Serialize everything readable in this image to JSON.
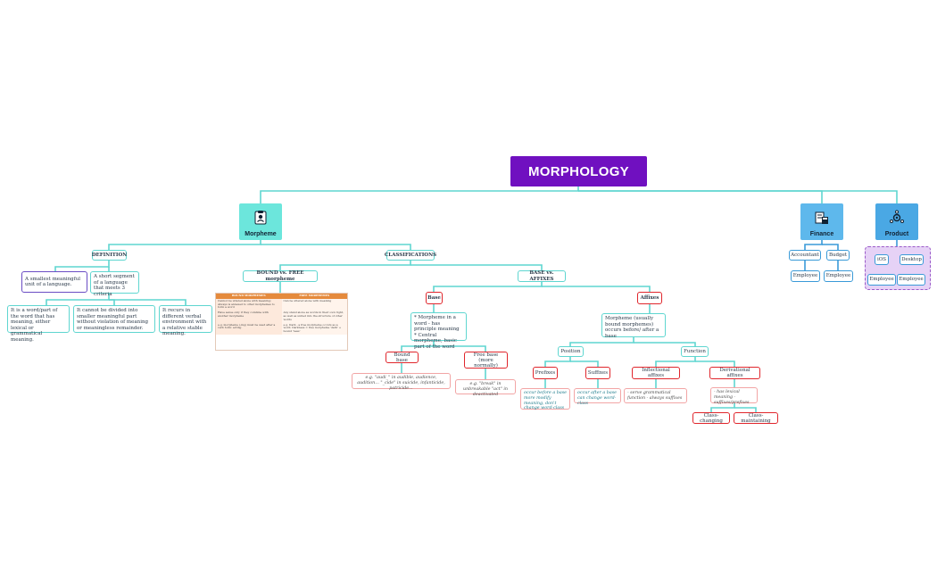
{
  "root": {
    "title": "MORPHOLOGY",
    "color": "#7010c0"
  },
  "branches": {
    "morpheme": {
      "label": "Morpheme",
      "icon": "clipboard-person-icon"
    },
    "finance": {
      "label": "Finance",
      "icon": "calculator-document-icon"
    },
    "product": {
      "label": "Product",
      "icon": "gear-network-icon"
    }
  },
  "finance_children": {
    "accountant": "Accountant",
    "budget": "Budget",
    "employee1": "Employee",
    "employee2": "Employee"
  },
  "product_children": {
    "ios": "iOS",
    "desktop": "Desktop",
    "employee1": "Employee",
    "employee2": "Employee"
  },
  "definition": {
    "label": "DEFINITION",
    "smallest": "A smallest meaningful unit of a language.",
    "segment": "A short segment of a language that meets 3 criteria",
    "criteria": [
      "It is a word/part of the word that has meaning, either lexical or grammatical meaning.",
      "It cannot be divided into smaller meaningful part without violation of meaning or meaningless remainder.",
      "It recurs in different verbal environment with a relative stable meaning."
    ]
  },
  "classifications": {
    "label": "CLASSIFICATIONS",
    "bound_free": {
      "label": "BOUND vs. FREE morpheme",
      "table_headers": [
        "BOUND MORPHEMES",
        "FREE MORPHEMES"
      ],
      "table_rows": [
        [
          "Cannot be uttered alone with meaning; Always is annexed to other morphemes to form a word",
          "Can be uttered alone with meaning"
        ],
        [
          "Have sense only if they combine with another morpheme",
          "Any stand alone as words in their own right, as well as united into the structure of other words"
        ],
        [
          "e.g. morpheme (-ing) must be used after a verb form: acting",
          "e.g. Dark - a free morpheme occurs as a word; Darkness = free morpheme 'dark' + bound 'ness'"
        ]
      ]
    },
    "base_affixes": {
      "label": "BASE vs. AFFIXES",
      "base": {
        "label": "Base",
        "desc": "* Morpheme in a word - has principle meaning * Central morpheme, basic part of the word",
        "bound": "Bound base",
        "bound_eg": "e.g. \"audi_\" in audible, audience, audition... \"_cide\" in suicide, infanticide, patricide...",
        "free": "Free base (more normally)",
        "free_eg": "e.g. \"break\" in unbreakable \"act\" in deactivated"
      },
      "affixes": {
        "label": "Affixes",
        "desc": "Morpheme (usually bound morphemes) occurs before/ after a base",
        "position": "Position",
        "function": "Function",
        "prefixes": "Prefixes",
        "prefixes_note": "occur before a base more modify meaning, don't change word-class",
        "suffixes": "Suffixes",
        "suffixes_note": "occur after a base can change word-class",
        "inflectional": "Inflectional affixes",
        "inflectional_note": "- serve grammatical function - always suffixes",
        "derivational": "Derivational affixes",
        "derivational_note": "- has lexical meaning - suffixes/prefixes",
        "class_changing": "Class-changing",
        "class_maintaining": "Class-maintaining"
      }
    }
  }
}
